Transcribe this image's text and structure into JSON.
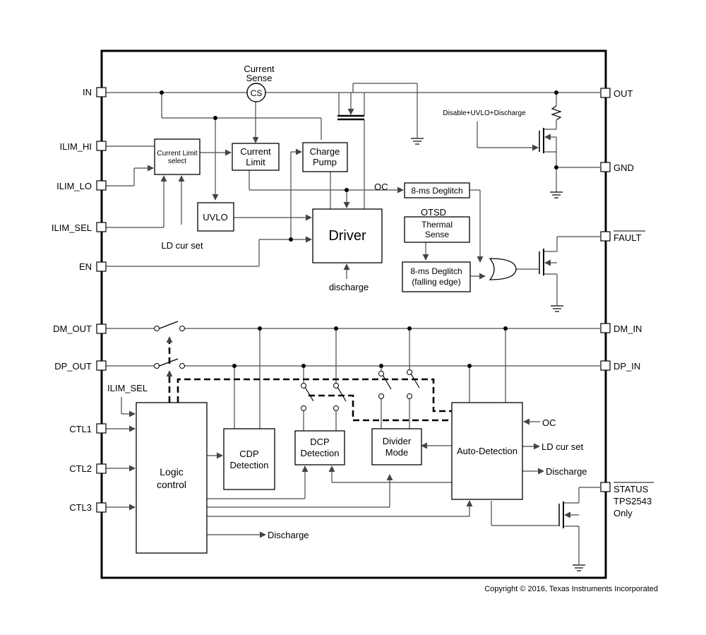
{
  "pins_left": [
    "IN",
    "ILIM_HI",
    "ILIM_LO",
    "ILIM_SEL",
    "EN",
    "DM_OUT",
    "DP_OUT",
    "CTL1",
    "CTL2",
    "CTL3"
  ],
  "pins_right": [
    "OUT",
    "GND",
    "FAULT",
    "DM_IN",
    "DP_IN",
    "STATUS"
  ],
  "status_note": [
    "TPS2543",
    "Only"
  ],
  "blocks": {
    "current_limit_select": [
      "Current Limit",
      "select"
    ],
    "current_limit": [
      "Current",
      "Limit"
    ],
    "charge_pump": [
      "Charge",
      "Pump"
    ],
    "uvlo": "UVLO",
    "driver": "Driver",
    "deglitch_oc": "8-ms Deglitch",
    "thermal_sense": [
      "Thermal",
      "Sense"
    ],
    "deglitch_fall": [
      "8-ms Deglitch",
      "(falling edge)"
    ],
    "logic_control": [
      "Logic",
      "control"
    ],
    "cdp_detection": [
      "CDP",
      "Detection"
    ],
    "dcp_detection": [
      "DCP",
      "Detection"
    ],
    "divider_mode": [
      "Divider",
      "Mode"
    ],
    "auto_detection": "Auto-Detection"
  },
  "labels": {
    "current_sense": [
      "Current",
      "Sense"
    ],
    "cs": "CS",
    "disable_uvlo": "Disable+UVLO+Discharge",
    "oc_top": "OC",
    "otsd": "OTSD",
    "ld_cur_set_top": "LD cur set",
    "discharge_driver": "discharge",
    "ilim_sel_inner": "ILIM_SEL",
    "oc_right": "OC",
    "ld_cur_set_right": "LD cur set",
    "discharge_right": "Discharge",
    "discharge_bottom": "Discharge"
  },
  "copyright": "Copyright © 2016, Texas Instruments Incorporated"
}
